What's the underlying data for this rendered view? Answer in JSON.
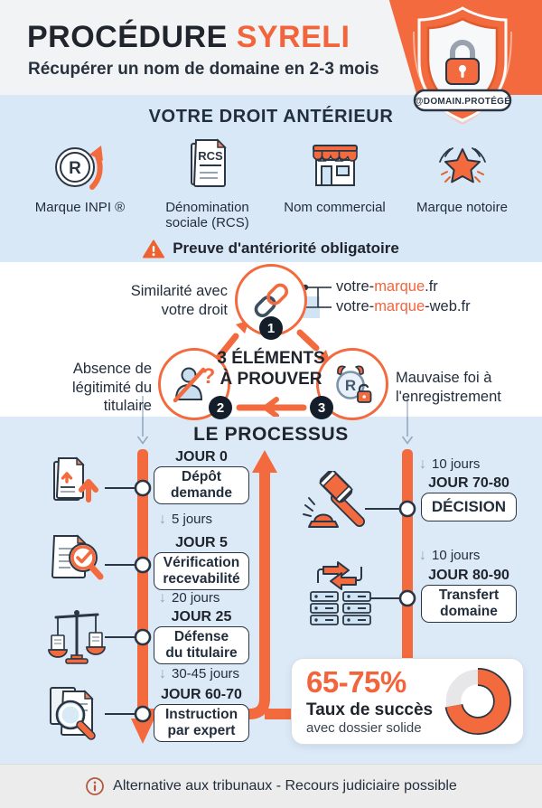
{
  "colors": {
    "accent": "#F26A3D",
    "accent_text": "#F2643C",
    "dark": "#232E3C",
    "light_blue": "#D9E8F6",
    "header_bg": "#F2F3F5",
    "footer_bg": "#ECECED"
  },
  "glyphs": {
    "down_arrow": "↓"
  },
  "header": {
    "title_part1": "PROCÉDURE ",
    "title_part2": "SYRELI",
    "subtitle": "Récupérer un nom de domaine en 2-3 mois",
    "badge": "@DOMAIN.PROTÉGÉ",
    "shield_icon": "shield-lock-icon"
  },
  "droit": {
    "title": "VOTRE DROIT ANTÉRIEUR",
    "items": [
      {
        "icon": "registered-trademark-icon",
        "l1": "Marque INPI ®",
        "l2": ""
      },
      {
        "icon": "rcs-document-icon",
        "doc_text": "RCS",
        "l1": "Dénomination",
        "l2": "sociale (RCS)"
      },
      {
        "icon": "storefront-icon",
        "l1": "Nom commercial",
        "l2": ""
      },
      {
        "icon": "notorious-star-icon",
        "l1": "Marque notoire",
        "l2": ""
      }
    ],
    "warning": {
      "icon": "warning-triangle-icon",
      "text": "Preuve d'antériorité obligatoire"
    }
  },
  "elements": {
    "center_l1": "3 ÉLÉMENTS",
    "center_l2": "À PROUVER",
    "item1": {
      "number": "1",
      "icon": "chain-link-icon",
      "l1": "Similarité avec",
      "l2": "votre droit"
    },
    "item2": {
      "number": "2",
      "icon": "no-legitimacy-icon",
      "l1": "Absence de",
      "l2": "légitimité du",
      "l3": "titulaire"
    },
    "item3": {
      "number": "3",
      "icon": "bad-faith-icon",
      "l1": "Mauvaise foi à",
      "l2": "l'enregistrement"
    },
    "domain1": {
      "pre": "votre-",
      "mark": "marque",
      "post": ".fr"
    },
    "domain2": {
      "pre": "votre-",
      "mark": "marque",
      "post": "-web.fr"
    }
  },
  "processus": {
    "title": "LE PROCESSUS",
    "step1": {
      "day": "JOUR 0",
      "box_l1": "Dépôt",
      "box_l2": "demande",
      "icon": "upload-documents-icon"
    },
    "interval1": "5 jours",
    "step2": {
      "day": "JOUR 5",
      "box_l1": "Vérification",
      "box_l2": "recevabilité",
      "icon": "document-check-icon"
    },
    "interval2": "20 jours",
    "step3": {
      "day": "JOUR 25",
      "box_l1": "Défense",
      "box_l2": "du titulaire",
      "icon": "justice-scales-icon"
    },
    "interval3": "30-45 jours",
    "step4": {
      "day": "JOUR 60-70",
      "box_l1": "Instruction",
      "box_l2": "par expert",
      "icon": "document-search-icon"
    },
    "interval4": "10 jours",
    "step5": {
      "day": "JOUR 70-80",
      "box": "DÉCISION",
      "icon": "gavel-icon"
    },
    "interval5": "10 jours",
    "step6": {
      "day": "JOUR 80-90",
      "box_l1": "Transfert",
      "box_l2": "domaine",
      "icon": "server-transfer-icon"
    },
    "stat": {
      "value": "65-75%",
      "label": "Taux de succès",
      "sublabel": "avec dossier solide",
      "donut_pct": 72
    }
  },
  "footer": {
    "icon": "info-icon",
    "text": "Alternative aux tribunaux - Recours judiciaire possible"
  }
}
